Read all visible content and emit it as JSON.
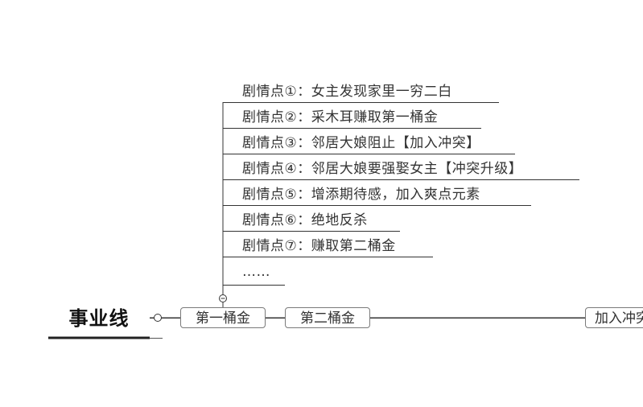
{
  "root": {
    "label": "事业线"
  },
  "main_nodes": [
    {
      "label": "第一桶金"
    },
    {
      "label": "第二桶金"
    },
    {
      "label": "加入冲突"
    }
  ],
  "branch": {
    "items": [
      {
        "label": "剧情点①：女主发现家里一穷二白"
      },
      {
        "label": "剧情点②：采木耳赚取第一桶金"
      },
      {
        "label": "剧情点③：邻居大娘阻止【加入冲突】"
      },
      {
        "label": "剧情点④：邻居大娘要强娶女主【冲突升级】"
      },
      {
        "label": "剧情点⑤：增添期待感，加入爽点元素"
      },
      {
        "label": "剧情点⑥：绝地反杀"
      },
      {
        "label": "剧情点⑦：赚取第二桶金"
      },
      {
        "label": "……"
      }
    ],
    "collapse_symbol": "−"
  },
  "colors": {
    "line": "#333333",
    "node_border": "#7a7a7a",
    "root_underline": "#222222"
  }
}
